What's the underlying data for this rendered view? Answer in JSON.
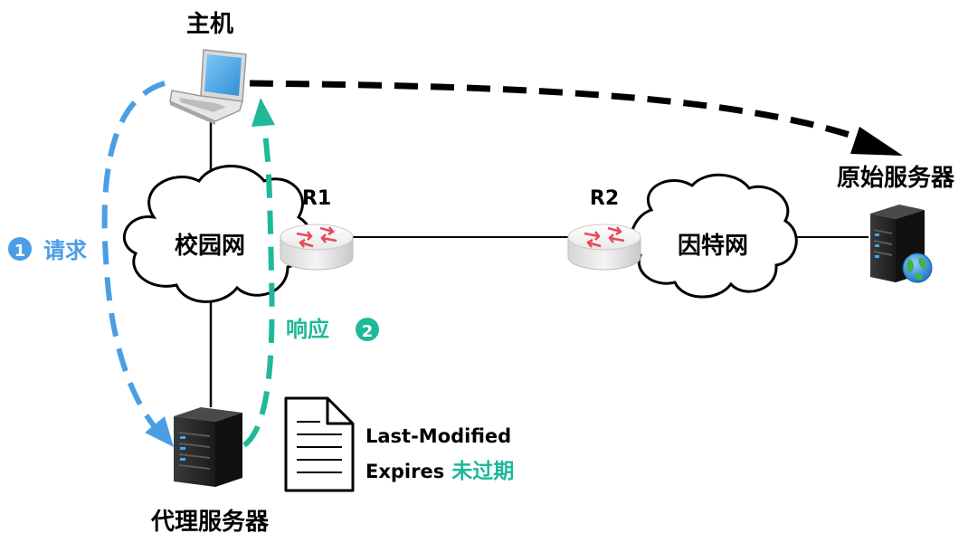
{
  "labels": {
    "host": "主机",
    "campus_net": "校园网",
    "internet": "因特网",
    "origin_server": "原始服务器",
    "proxy_server": "代理服务器",
    "r1": "R1",
    "r2": "R2",
    "request_num": "1",
    "request": "请求",
    "response": "响应",
    "response_num": "2",
    "doc_line1": "Last-Modified",
    "doc_line2": "Expires",
    "not_expired": "未过期"
  },
  "colors": {
    "request": "#4a9ee6",
    "response": "#1fb89a",
    "direct": "#000000",
    "router_arrow": "#e64a5a"
  },
  "icons": {
    "host": "laptop-icon",
    "router": "router-icon",
    "server": "server-icon",
    "globe": "globe-icon",
    "document": "document-icon"
  }
}
